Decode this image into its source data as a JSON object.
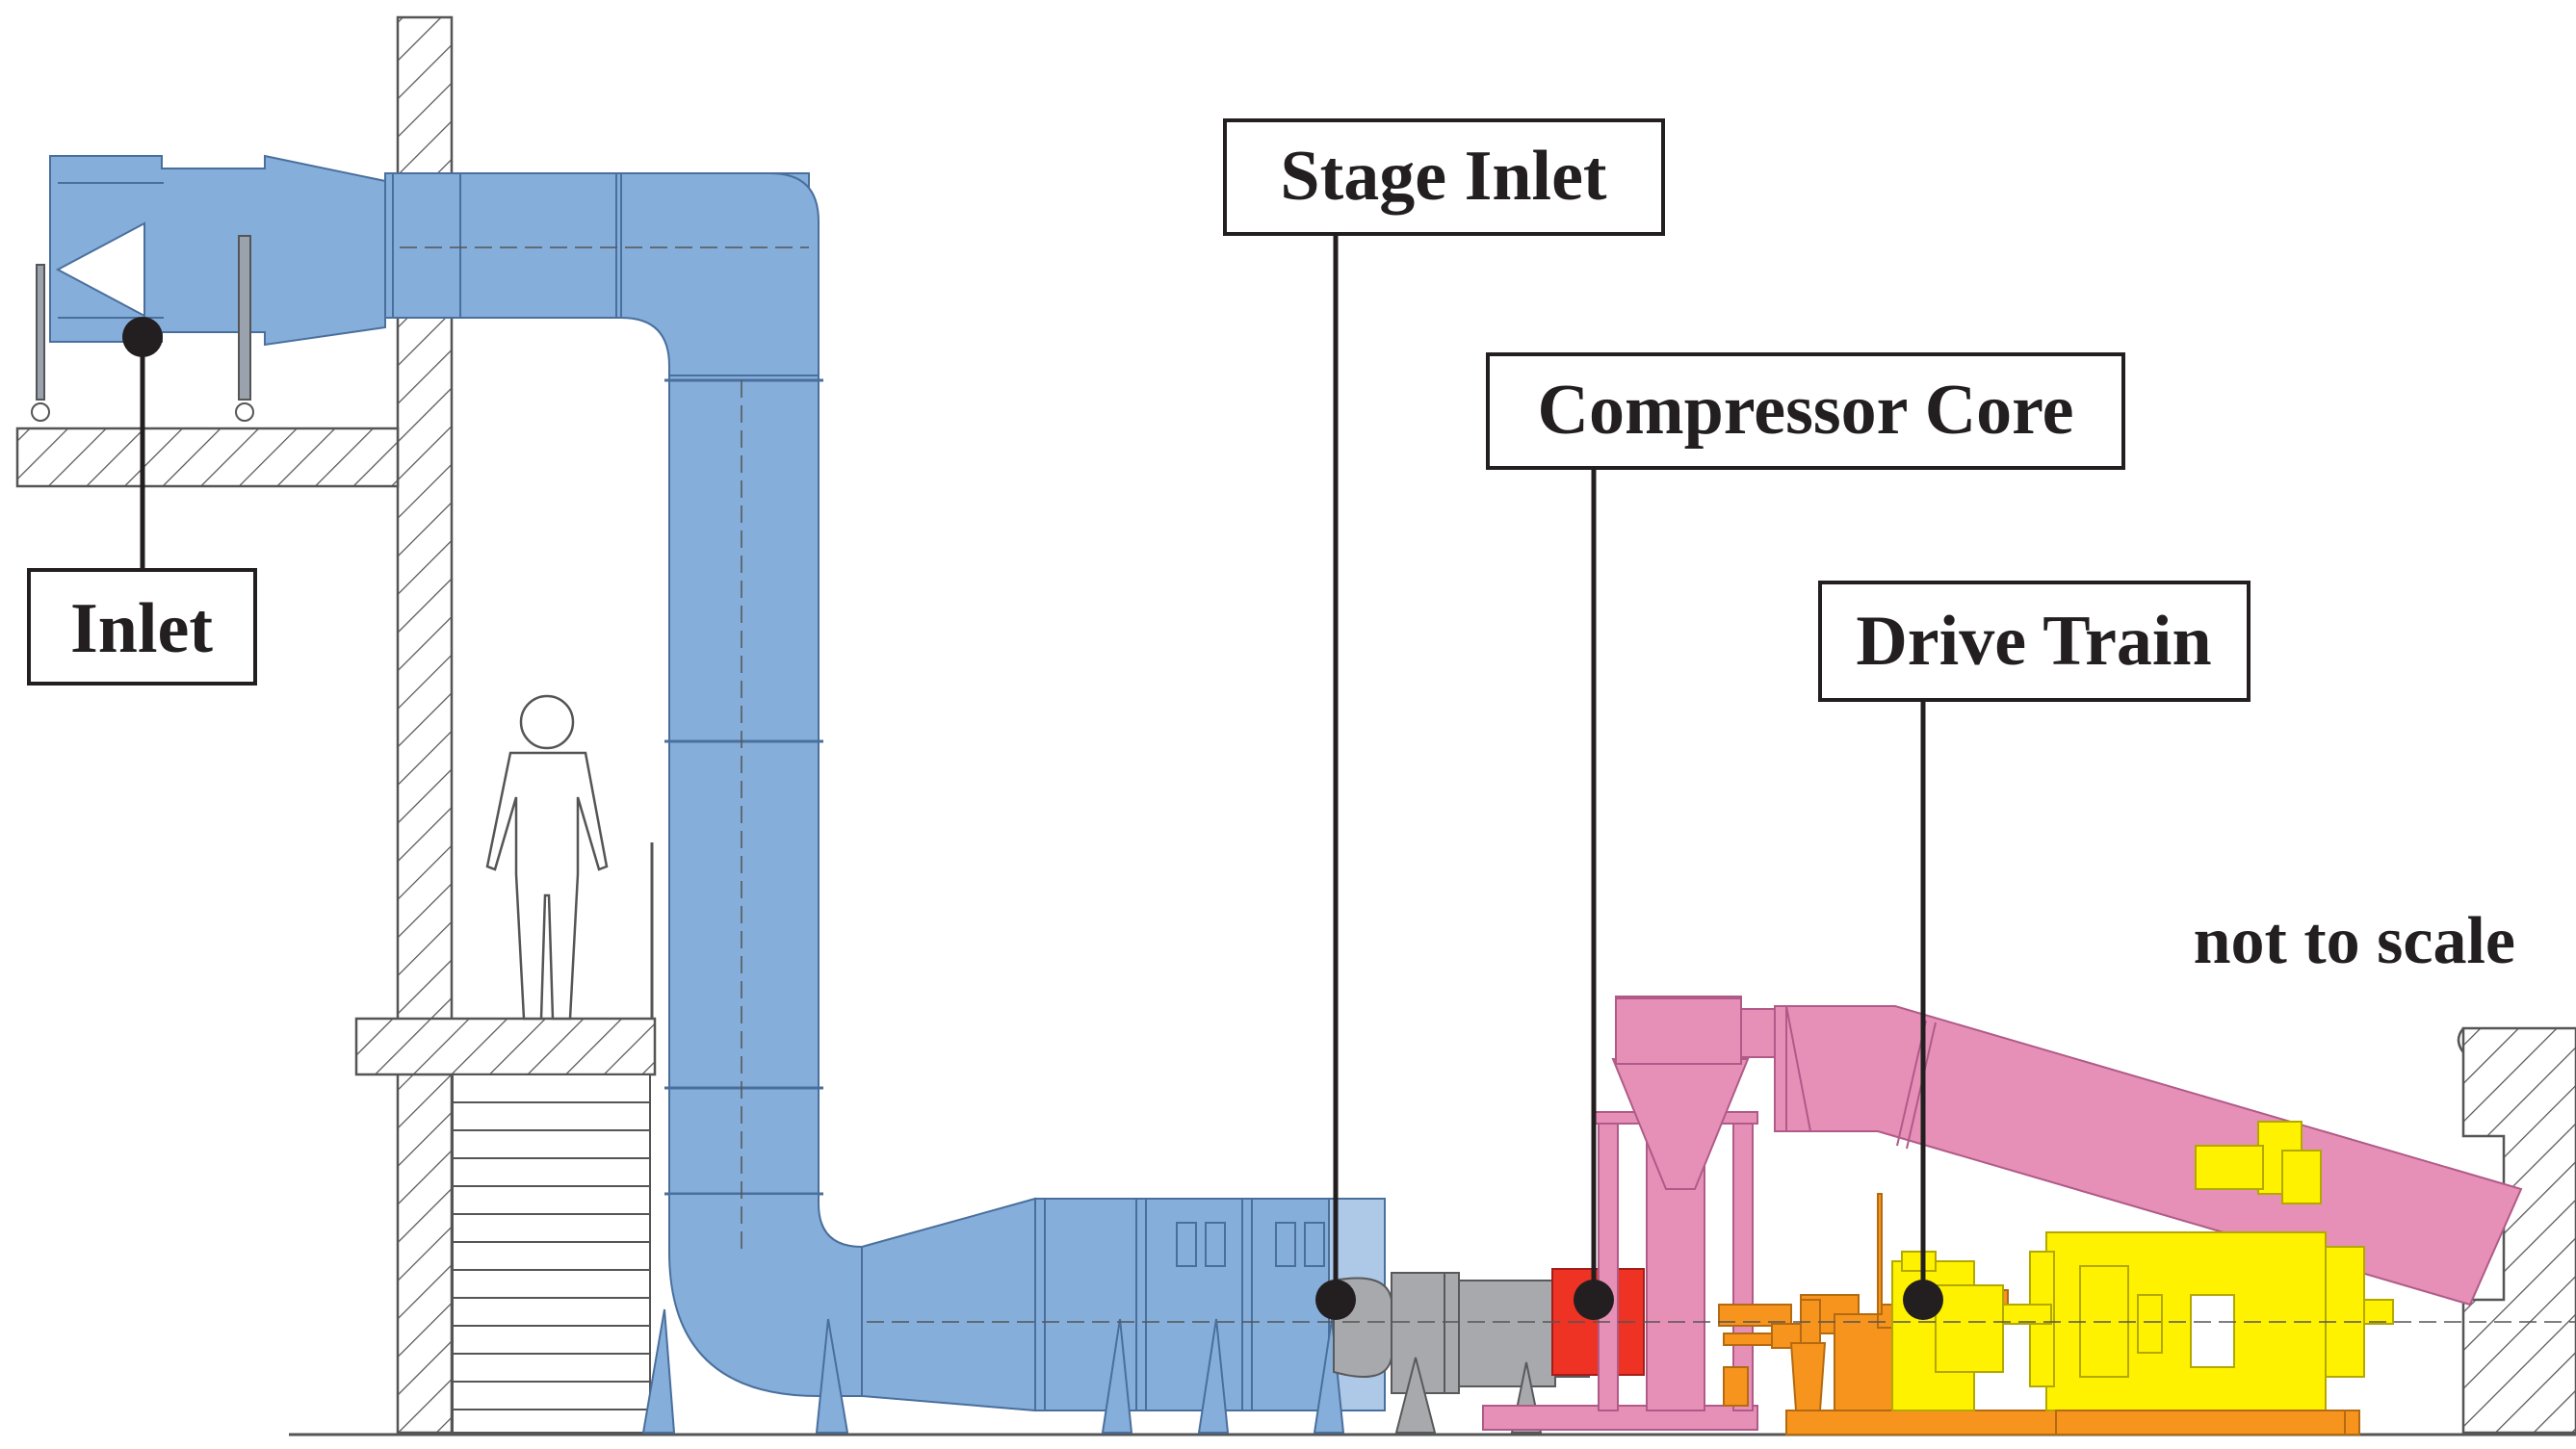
{
  "labels": {
    "inlet": "Inlet",
    "stage_inlet": "Stage Inlet",
    "compressor_core": "Compressor Core",
    "drive_train": "Drive Train"
  },
  "note": "not to scale",
  "colors": {
    "inlet_duct": "#85aedb",
    "outlet_duct": "#e690b8",
    "stage_inlet_section": "#a7a9ac",
    "compressor_core": "#ee3224",
    "drive_train_base": "#f7941d",
    "motor": "#fff200",
    "label_line": "#231f20"
  }
}
